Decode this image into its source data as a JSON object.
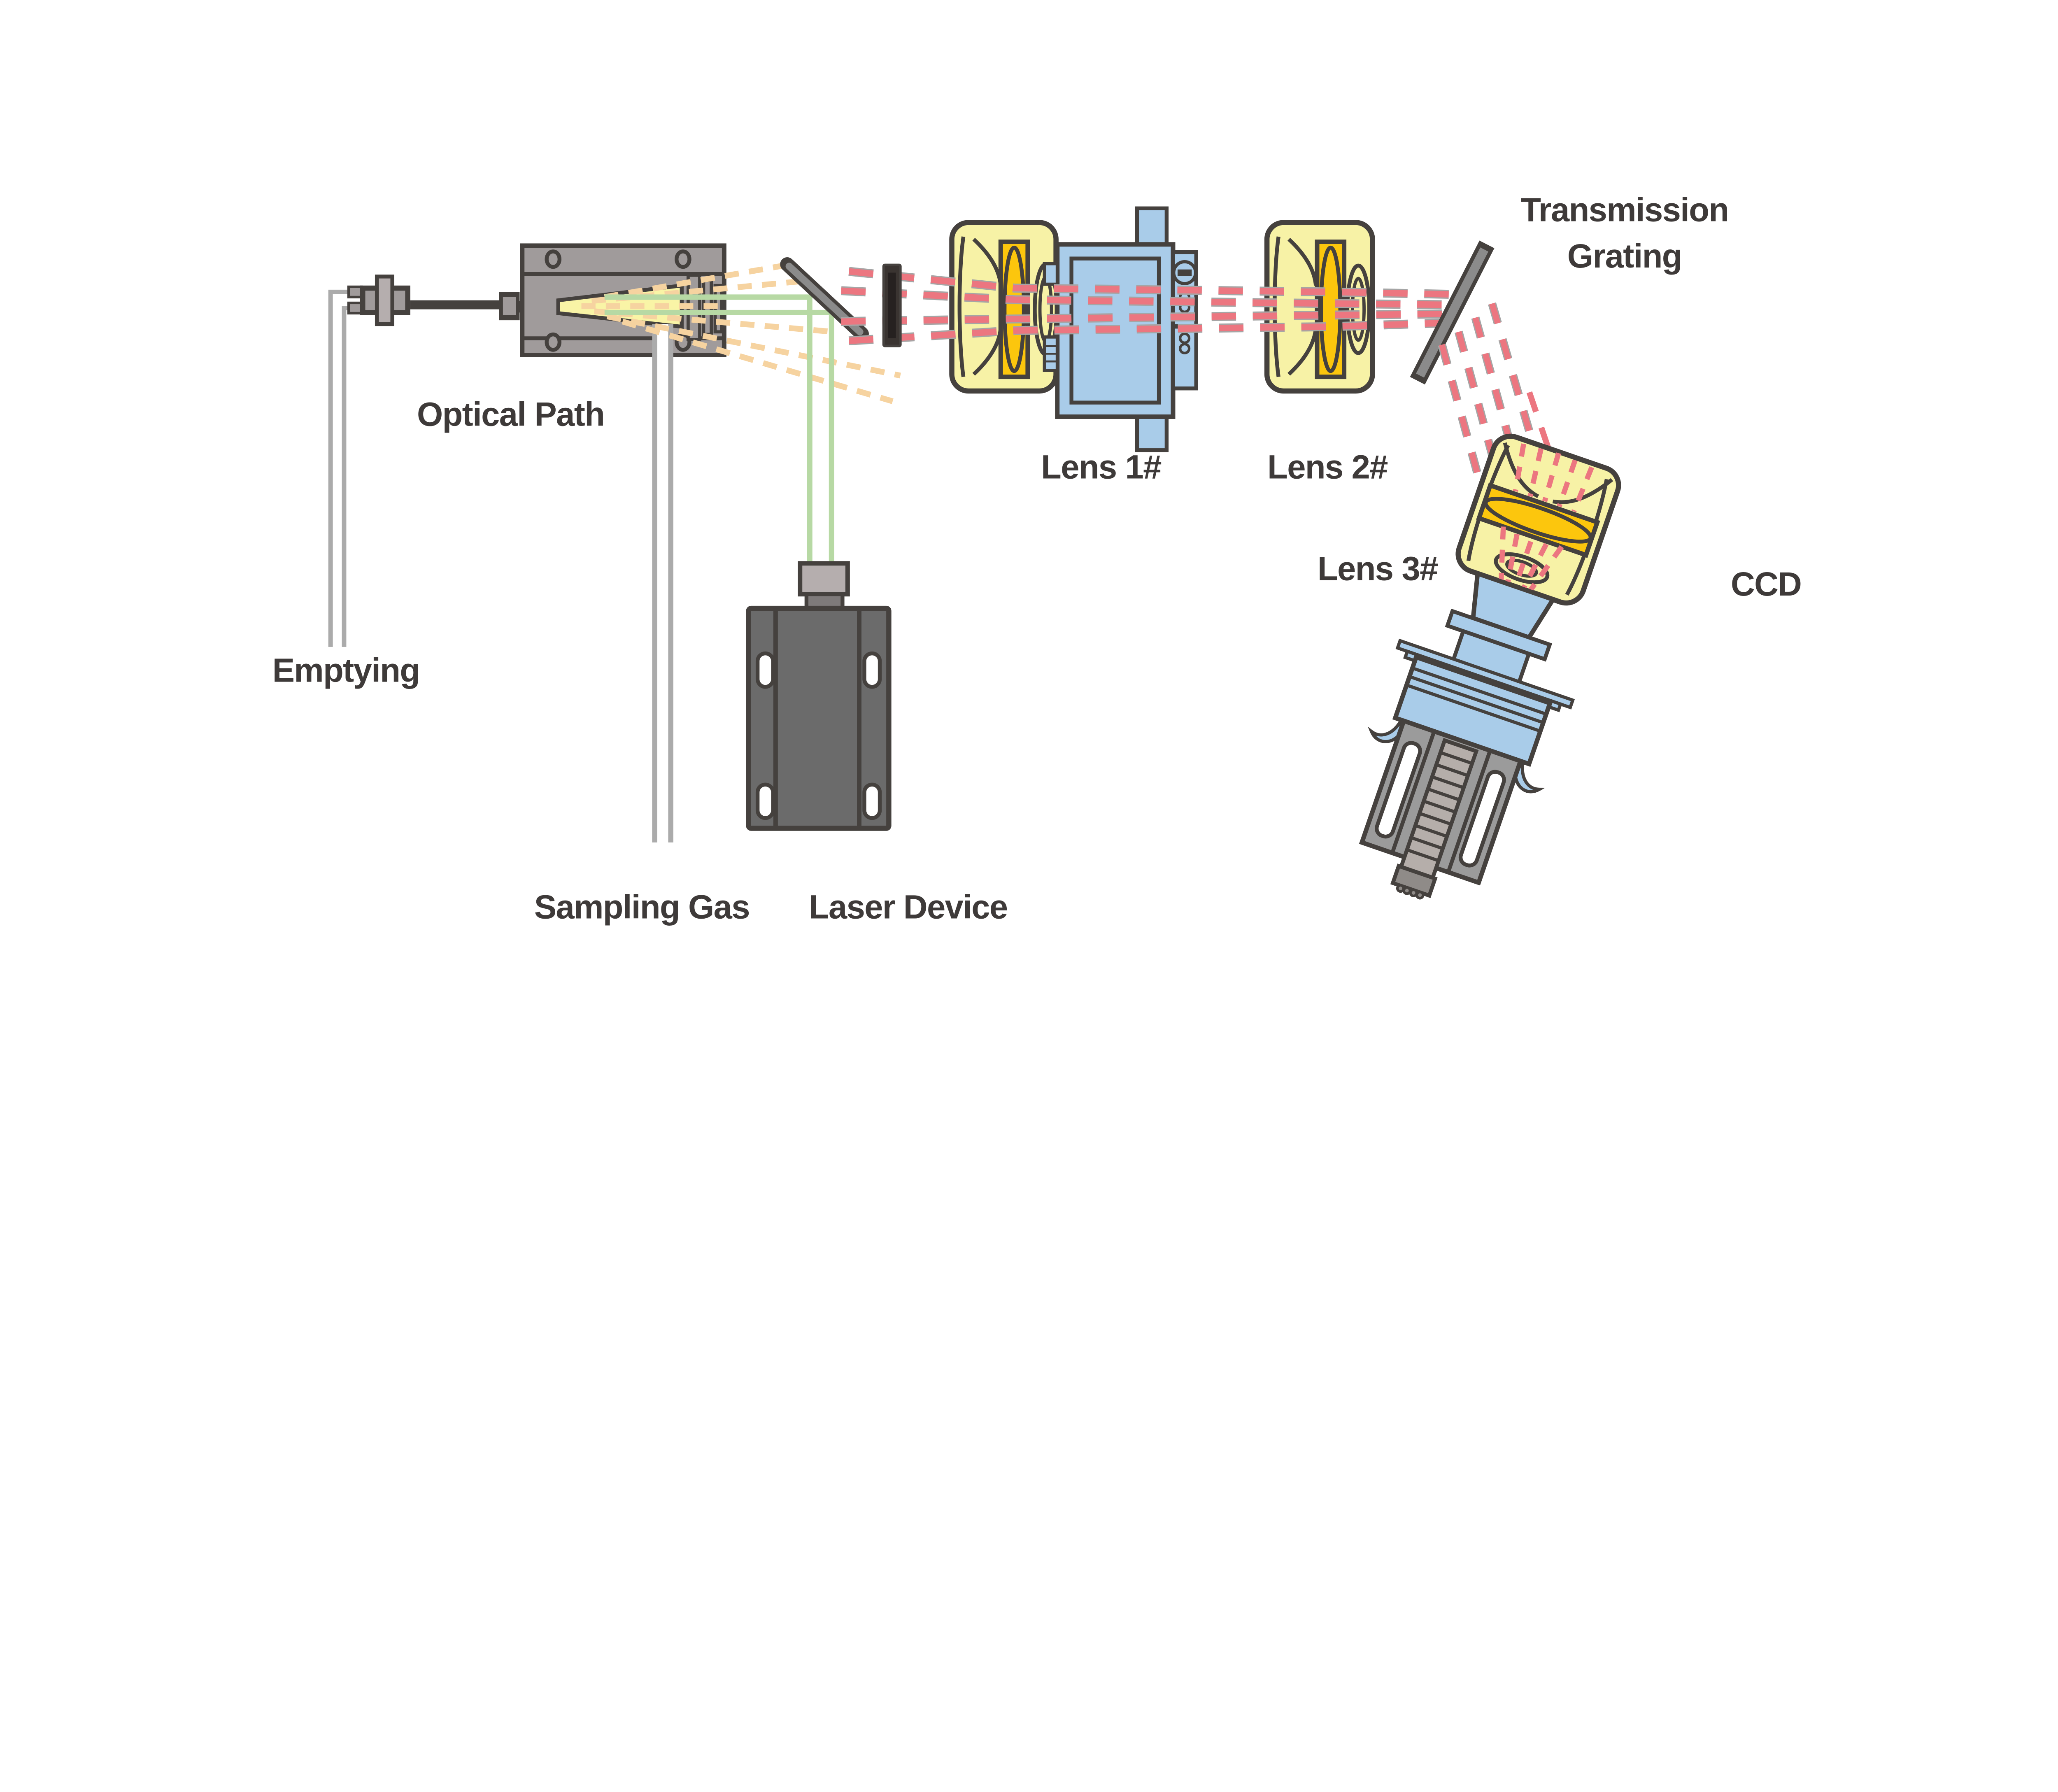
{
  "figure": {
    "type": "optical-system-schematic",
    "background": "#ffffff"
  },
  "labels": {
    "optical_path": "Optical Path",
    "emptying": "Emptying",
    "sampling_gas": "Sampling Gas",
    "laser_device": "Laser Device",
    "lens_1": "Lens 1#",
    "lens_2": "Lens 2#",
    "lens_3": "Lens 3#",
    "transmission_grating_line1": "Transmission",
    "transmission_grating_line2": "Grating",
    "ccd": "CCD"
  },
  "components": [
    "emptying-tube",
    "inlet-fitting",
    "gas-cell",
    "sampling-gas-tube",
    "laser-device",
    "dichroic-mirror",
    "notch-filter",
    "lens-1-assembly",
    "lens-mount",
    "lens-2-assembly",
    "transmission-grating",
    "lens-3-assembly",
    "ccd-camera"
  ],
  "beams": {
    "laser_excitation_color": "#b7d9a4",
    "scattered_light_color": "#f6d3a0",
    "raman_signal_color": "#ec7680"
  },
  "colors": {
    "outline": "#45413e",
    "component_gray": "#a09b9b",
    "dark_gray": "#6b6b6b",
    "light_gray": "#b5aeae",
    "tube_gray": "#ababab",
    "mirror_gray": "#8b8b8b",
    "pale_yellow": "#f7f2a6",
    "gold": "#fcc60d",
    "light_blue": "#a9cce9",
    "ccd_gray": "#9b9b9b",
    "ladder_gray": "#b5aeaa",
    "filter_dark": "#3a3431",
    "text": "#3e3a39",
    "background": "#ffffff"
  }
}
